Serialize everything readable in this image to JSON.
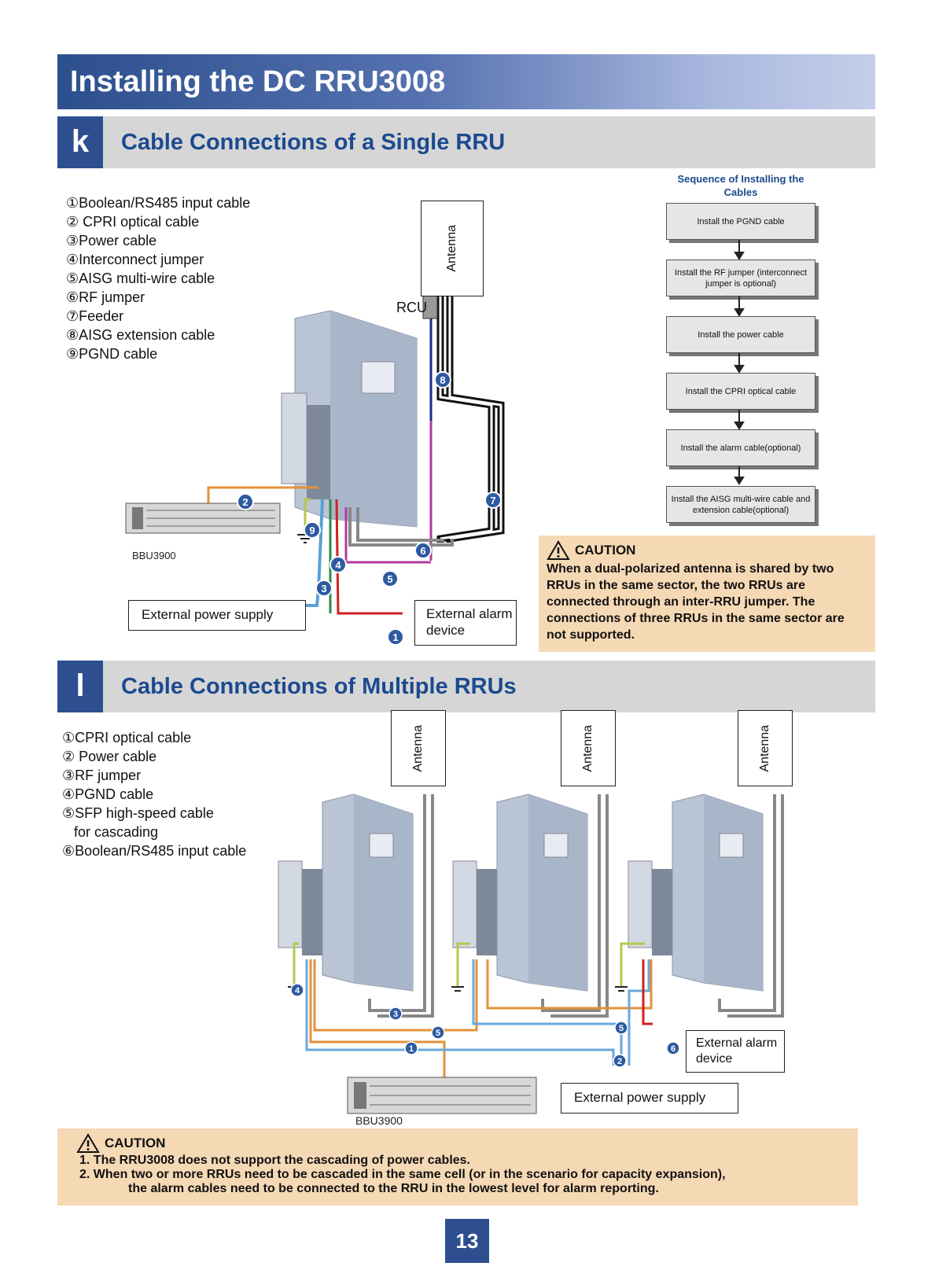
{
  "page_title": "Installing the DC RRU3008",
  "section_k": {
    "letter": "k",
    "title": "Cable Connections of a Single RRU",
    "legend": [
      "①Boolean/RS485 input cable",
      "② CPRI optical cable",
      "③Power cable",
      "④Interconnect jumper",
      "⑤AISG multi-wire cable",
      "⑥RF jumper",
      "⑦Feeder",
      "⑧AISG extension cable",
      "⑨PGND cable"
    ],
    "antenna_label": "Antenna",
    "rcu_label": "RCU",
    "bbu_label": "BBU3900",
    "power_supply_label": "External power supply",
    "alarm_device_label": "External alarm device",
    "markers": [
      "1",
      "2",
      "3",
      "4",
      "5",
      "6",
      "7",
      "8",
      "9"
    ],
    "sequence": {
      "title": "Sequence of Installing the Cables",
      "steps": [
        "Install the PGND cable",
        "Install the RF jumper (interconnect jumper is optional)",
        "Install the power cable",
        "Install the CPRI optical cable",
        "Install the alarm cable(optional)",
        "Install the AISG multi-wire cable and extension cable(optional)"
      ]
    },
    "caution": {
      "label": "CAUTION",
      "text": "When a dual-polarized antenna is shared by two RRUs in the same sector, the two RRUs are connected through an inter-RRU jumper. The connections of three RRUs in the same sector are not supported."
    }
  },
  "section_l": {
    "letter": "l",
    "title": "Cable Connections of Multiple RRUs",
    "legend": [
      "①CPRI optical cable",
      "② Power cable",
      "③RF jumper",
      "④PGND cable",
      "⑤SFP high-speed cable",
      "   for cascading",
      "⑥Boolean/RS485 input cable"
    ],
    "antenna_label": "Antenna",
    "bbu_label": "BBU3900",
    "power_supply_label": "External power supply",
    "alarm_device_label": "External alarm device",
    "markers": [
      "1",
      "2",
      "3",
      "4",
      "5",
      "5",
      "6"
    ],
    "caution": {
      "label": "CAUTION",
      "lines": [
        "1. The RRU3008 does not support  the cascading of power cables.",
        "2. When two or more RRUs need to be cascaded in the same cell (or in the scenario for capacity expansion),",
        "the alarm cables need to be connected to the RRU in the lowest level for alarm reporting."
      ]
    }
  },
  "page_number": "13",
  "colors": {
    "title_blue": "#2c4f8e",
    "heading_blue": "#1b4a8f",
    "caution_bg": "#f5d9b5",
    "marker_blue": "#2d5aa0"
  }
}
